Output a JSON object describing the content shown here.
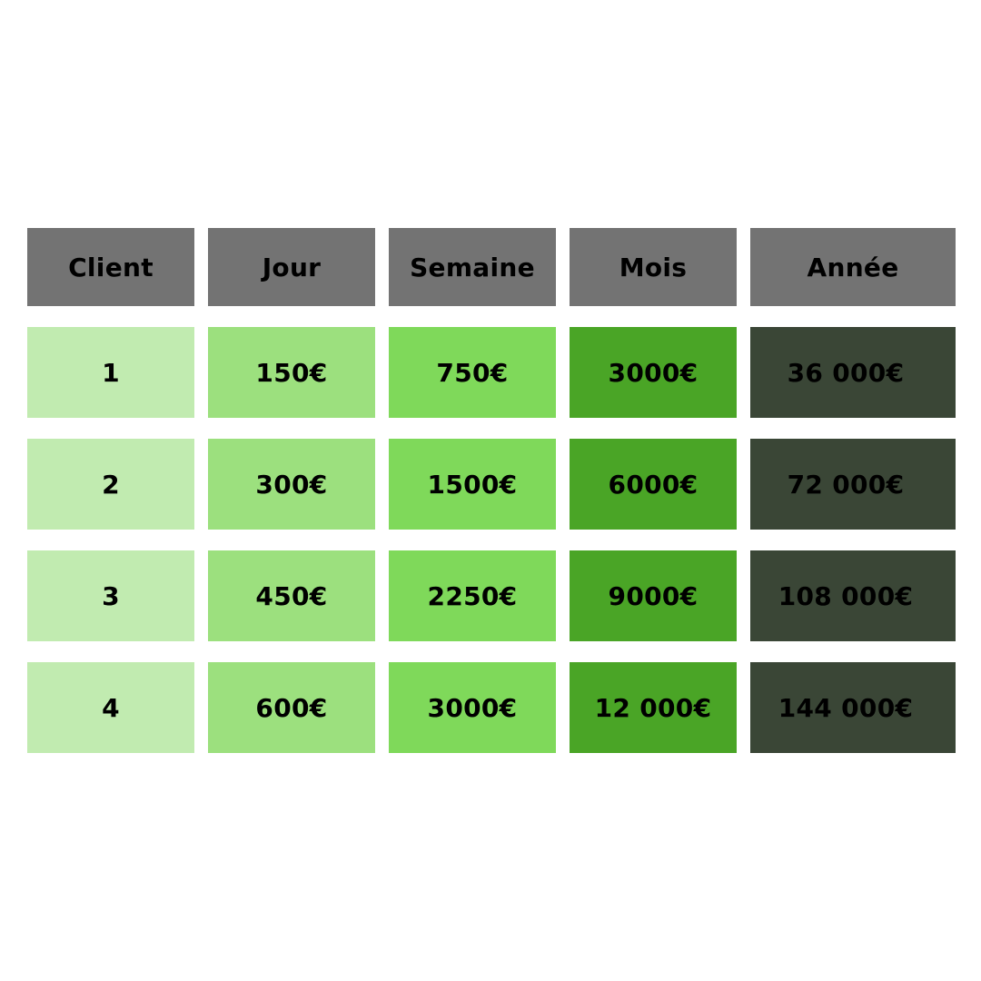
{
  "chart_data": {
    "type": "table",
    "columns": [
      "Client",
      "Jour",
      "Semaine",
      "Mois",
      "Année"
    ],
    "rows": [
      [
        "1",
        "150€",
        "750€",
        "3000€",
        "36 000€"
      ],
      [
        "2",
        "300€",
        "1500€",
        "6000€",
        "72 000€"
      ],
      [
        "3",
        "450€",
        "2250€",
        "9000€",
        "108 000€"
      ],
      [
        "4",
        "600€",
        "3000€",
        "12 000€",
        "144 000€"
      ]
    ],
    "colors": {
      "header_bg": "#737373",
      "column_bg": [
        "#c1ebb0",
        "#9ce07e",
        "#7fd95a",
        "#4aa526",
        "#3a4636"
      ]
    }
  }
}
